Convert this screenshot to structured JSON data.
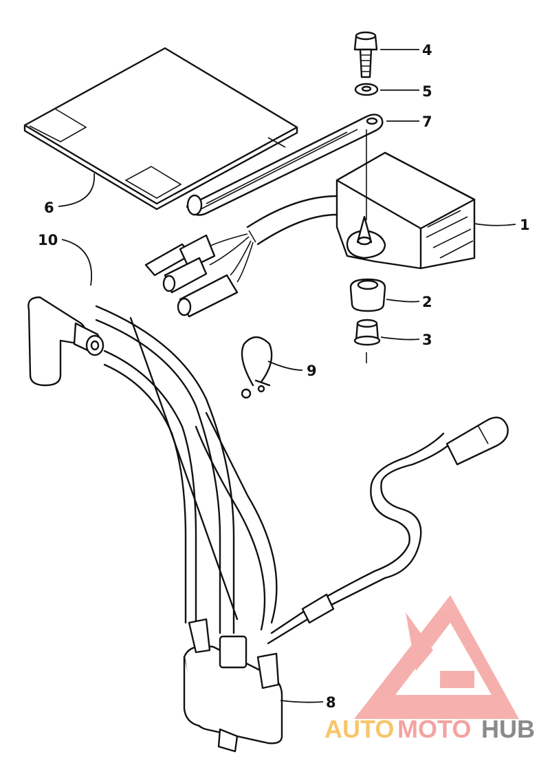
{
  "callouts": [
    {
      "id": "1",
      "label": "1"
    },
    {
      "id": "2",
      "label": "2"
    },
    {
      "id": "3",
      "label": "3"
    },
    {
      "id": "4",
      "label": "4"
    },
    {
      "id": "5",
      "label": "5"
    },
    {
      "id": "6",
      "label": "6"
    },
    {
      "id": "7",
      "label": "7"
    },
    {
      "id": "8",
      "label": "8"
    },
    {
      "id": "9",
      "label": "9"
    },
    {
      "id": "10",
      "label": "10"
    }
  ],
  "watermark": {
    "part1": "AUTO",
    "part2": "MOTO",
    "part3": "HUB",
    "color_primary": "#f4a3a0",
    "color_secondary": "#f7c66a",
    "color_tertiary": "#8a8a8a"
  }
}
